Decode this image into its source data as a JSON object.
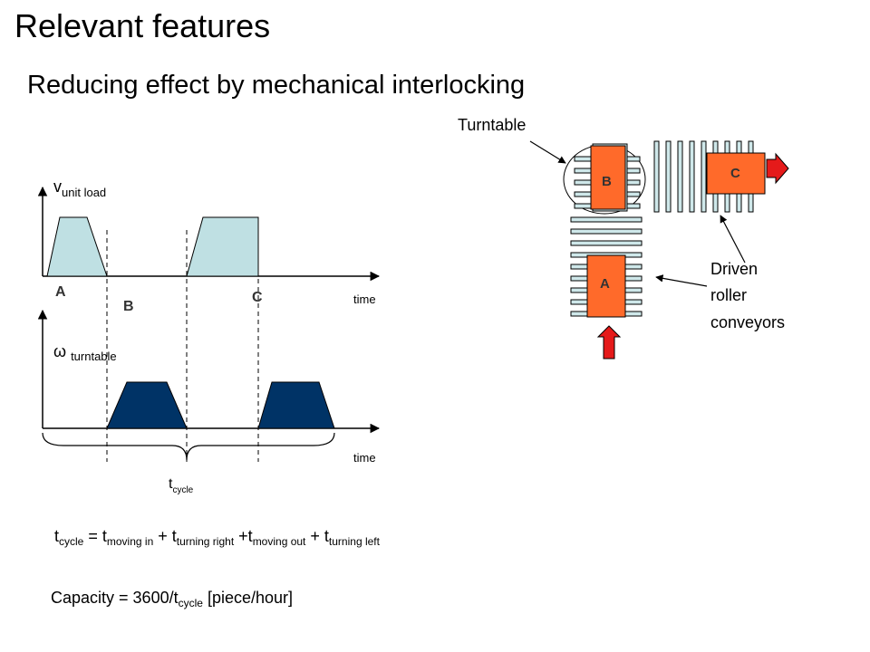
{
  "title": "Relevant features",
  "subtitle": "Reducing effect by mechanical interlocking",
  "colors": {
    "light_fill": "#bfe0e3",
    "dark_fill": "#003366",
    "orange": "#ff6a2a",
    "red_arrow": "#e51a1a",
    "roller": "#cfe8ea"
  },
  "velocity_plot": {
    "symbol": "v",
    "subscript": "unit load",
    "x_label": "time"
  },
  "omega_plot": {
    "symbol": "ω",
    "subscript": "turntable",
    "x_label": "time"
  },
  "points": {
    "a": "A",
    "b": "B",
    "c": "C"
  },
  "tcycle": {
    "t": "t",
    "sub": "cycle"
  },
  "formula": {
    "lhs_t": "t",
    "lhs_sub": "cycle",
    "eq": " = ",
    "t1": "t",
    "s1": "moving in",
    "p1": " + ",
    "t2": "t",
    "s2": "turning right",
    "p2": " +",
    "t3": "t",
    "s3": "moving out",
    "p3": " + ",
    "t4": "t",
    "s4": "turning left"
  },
  "capacity": {
    "prefix": "Capacity = 3600/t",
    "sub": "cycle",
    "suffix": " [piece/hour]"
  },
  "layout_labels": {
    "turntable": "Turntable",
    "driven": [
      "Driven",
      "roller",
      "conveyors"
    ],
    "box_a": "A",
    "box_b": "B",
    "box_c": "C"
  }
}
